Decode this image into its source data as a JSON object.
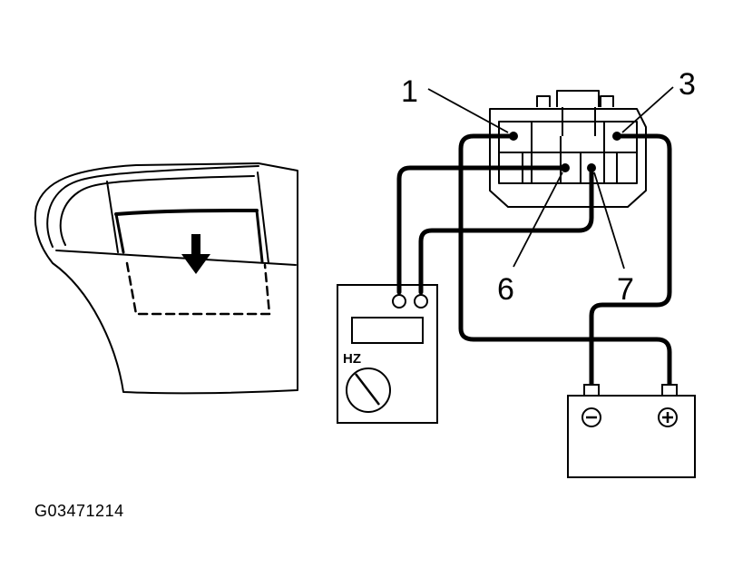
{
  "callouts": {
    "pin_1": "1",
    "pin_3": "3",
    "pin_6": "6",
    "pin_7": "7"
  },
  "meter": {
    "label": "HZ"
  },
  "figure_id": "G03471214",
  "icons": {
    "door": "rear-door-icon",
    "arrow": "down-arrow-icon",
    "connector": "connector-icon",
    "meter": "frequency-meter-icon",
    "battery": "battery-icon",
    "negative": "negative-terminal-icon",
    "positive": "positive-terminal-icon"
  },
  "colors": {
    "ink": "#000000",
    "paper": "#ffffff"
  }
}
